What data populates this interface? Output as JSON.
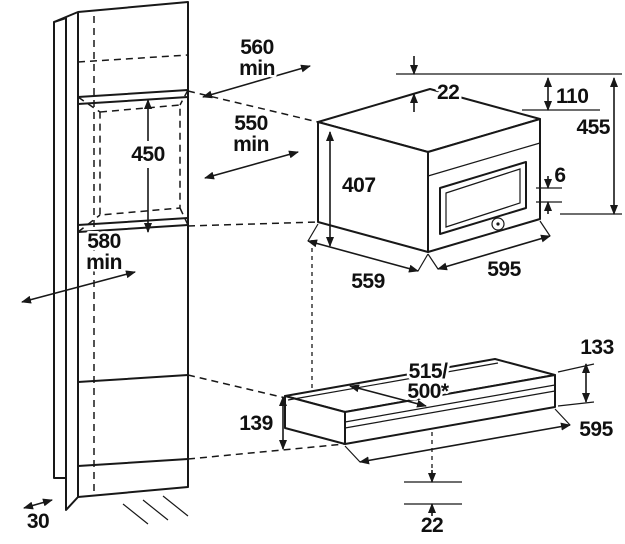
{
  "page": {
    "background": "#ffffff",
    "line_color": "#181818"
  },
  "diagram": {
    "type": "technical-installation-drawing",
    "subject": "built-in compact oven with warming drawer in tall housing unit",
    "labels": {
      "niche_width": "560",
      "niche_width_suffix": "min",
      "niche_depth": "550",
      "niche_depth_suffix": "min",
      "oven_niche_height": "450",
      "tall_niche_height": "580",
      "tall_niche_height_suffix": "min",
      "plinth_recess_depth": "30",
      "top_clearance": "22",
      "control_panel_height": "110",
      "appliance_height": "455",
      "carcass_height": "407",
      "door_clearance": "6",
      "appliance_depth": "559",
      "appliance_width": "595",
      "drawer_depth_primary": "515/",
      "drawer_depth_secondary": "500*",
      "drawer_height": "133",
      "drawer_niche_height": "139",
      "drawer_width": "595",
      "bottom_clearance": "22"
    }
  }
}
